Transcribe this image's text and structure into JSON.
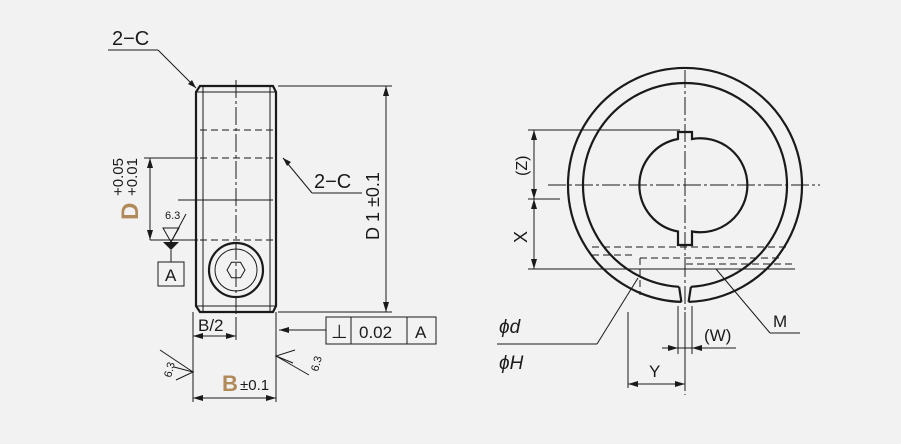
{
  "colors": {
    "background": "#f2f2f2",
    "line": "#1a1a1a",
    "accent": "#b08a5a"
  },
  "side_view": {
    "chamfer_top": "2−C",
    "chamfer_mid": "2−C",
    "d1_label": "D 1 ±0.1",
    "d_tolerance_upper": "+0.05",
    "d_tolerance_lower": "+0.01",
    "d_symbol": "D",
    "roughness": "6.3",
    "datum": "A",
    "half_width": "B/2",
    "b_symbol": "B",
    "b_tolerance": "±0.1",
    "geo_tol": {
      "symbol": "⊥",
      "value": "0.02",
      "datum": "A"
    }
  },
  "front_view": {
    "z_label": "(Z)",
    "x_label": "X",
    "small_d": "ϕd",
    "large_h": "ϕH",
    "w_label": "(W)",
    "m_label": "M",
    "y_label": "Y"
  }
}
